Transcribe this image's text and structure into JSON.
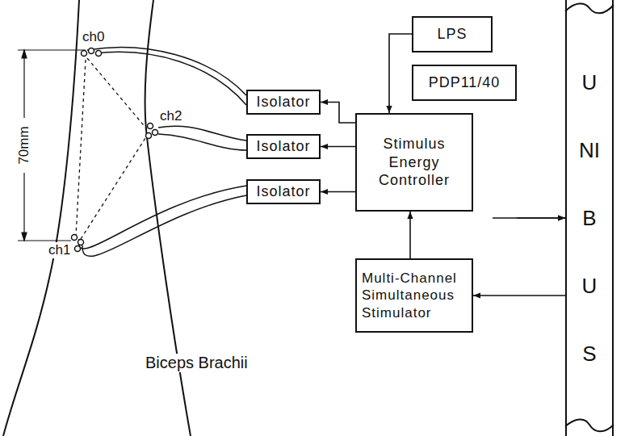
{
  "diagram": {
    "nodes": [
      {
        "text": [
          "Isolator"
        ]
      },
      {
        "text": [
          "Isolator"
        ]
      },
      {
        "text": [
          "Isolator"
        ]
      },
      {
        "text": [
          "Stimulus Energy Controller"
        ]
      },
      {
        "text": [
          "LPS"
        ]
      },
      {
        "text": [
          "PDP11/40"
        ]
      },
      {
        "text": [
          "Multi-Channel Simultaneous Stimulator"
        ]
      },
      {
        "text": [
          "UNIBUS"
        ]
      }
    ],
    "edges": [
      {
        "from": 3,
        "to": 0,
        "arrow": "to"
      },
      {
        "from": 3,
        "to": 1,
        "arrow": "to"
      },
      {
        "from": 3,
        "to": 2,
        "arrow": "to"
      },
      {
        "from": 4,
        "to": 7,
        "arrow": "to"
      },
      {
        "from": 4,
        "to": 3,
        "arrow": "to"
      },
      {
        "from": 5,
        "to": 7,
        "arrow": "to"
      },
      {
        "from": 7,
        "to": 6,
        "arrow": "to"
      },
      {
        "from": 6,
        "to": 3,
        "arrow": "to"
      }
    ],
    "labels": [
      "ch0",
      "ch1",
      "ch2",
      "70mm",
      "Biceps Brachii"
    ]
  }
}
